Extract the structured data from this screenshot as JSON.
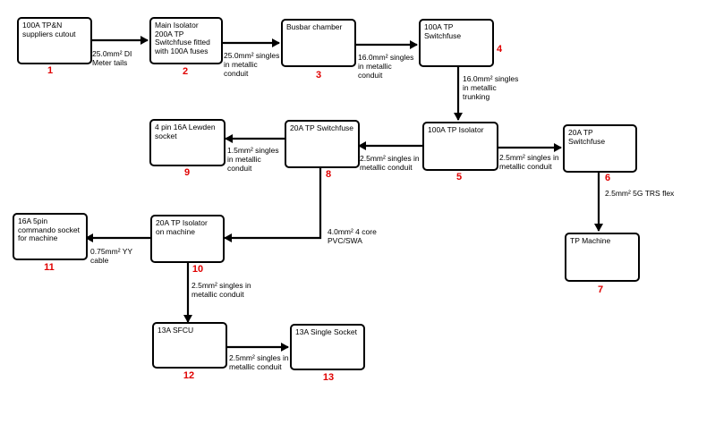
{
  "nodes": [
    {
      "id": "n1",
      "label": "100A TP&N\nsuppliers cutout",
      "number": "1"
    },
    {
      "id": "n2",
      "label": "Main Isolator\n200A TP\nSwitchfuse fitted\nwith 100A fuses",
      "number": "2"
    },
    {
      "id": "n3",
      "label": "Busbar chamber",
      "number": "3"
    },
    {
      "id": "n4",
      "label": "100A TP\nSwitchfuse",
      "number": "4"
    },
    {
      "id": "n5",
      "label": "100A TP Isolator",
      "number": "5"
    },
    {
      "id": "n6",
      "label": "20A TP Switchfuse",
      "number": "6"
    },
    {
      "id": "n7",
      "label": "TP Machine",
      "number": "7"
    },
    {
      "id": "n8",
      "label": "20A TP Switchfuse",
      "number": "8"
    },
    {
      "id": "n9",
      "label": "4 pin 16A Lewden\nsocket",
      "number": "9"
    },
    {
      "id": "n10",
      "label": "20A TP Isolator\non machine",
      "number": "10"
    },
    {
      "id": "n11",
      "label": "16A 5pin\ncommando socket\nfor machine",
      "number": "11"
    },
    {
      "id": "n12",
      "label": "13A SFCU",
      "number": "12"
    },
    {
      "id": "n13",
      "label": "13A Single Socket",
      "number": "13"
    }
  ],
  "connections": [
    {
      "id": "c1_2",
      "label": "25.0mm² DI\nMeter tails"
    },
    {
      "id": "c2_3",
      "label": "25.0mm² singles\nin metallic\nconduit"
    },
    {
      "id": "c3_4",
      "label": "16.0mm² singles\nin metallic\nconduit"
    },
    {
      "id": "c4_5",
      "label": "16.0mm² singles\nin metallic\ntrunking"
    },
    {
      "id": "c5_6",
      "label": "2.5mm² singles in\nmetallic conduit"
    },
    {
      "id": "c6_7",
      "label": "2.5mm² 5G TRS flex"
    },
    {
      "id": "c5_8",
      "label": "2.5mm² singles in\nmetallic conduit"
    },
    {
      "id": "c8_9",
      "label": "1.5mm² singles\nin metallic\nconduit"
    },
    {
      "id": "c8_10",
      "label": "4.0mm² 4 core\nPVC/SWA"
    },
    {
      "id": "c10_11",
      "label": "0.75mm² YY\ncable"
    },
    {
      "id": "c10_12",
      "label": "2.5mm² singles in\nmetallic conduit"
    },
    {
      "id": "c12_13",
      "label": "2.5mm² singles in\nmetallic conduit"
    }
  ],
  "colors": {
    "line": "#000000",
    "number": "#e00000"
  }
}
